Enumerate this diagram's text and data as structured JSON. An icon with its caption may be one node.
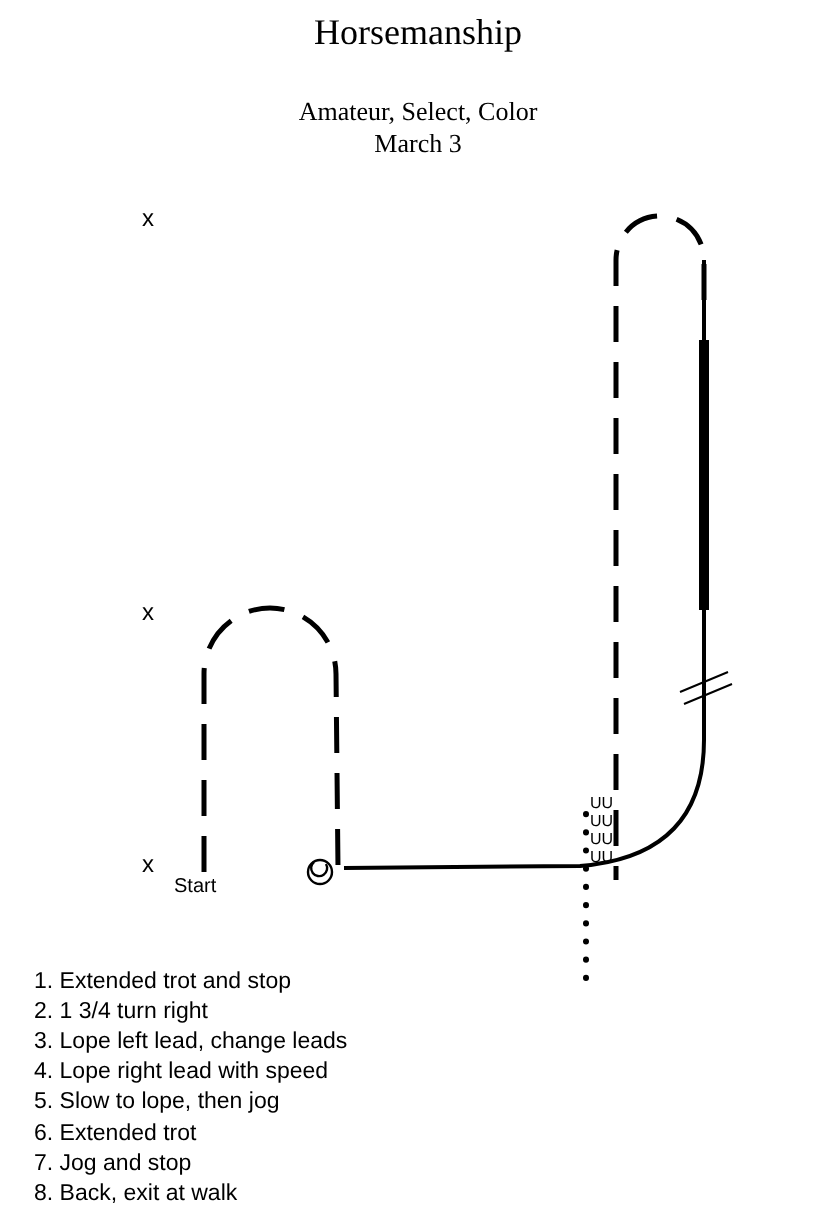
{
  "diagram": {
    "title": "Horsemanship",
    "labels": [
      "Amateur, Select, Color",
      "March 3",
      "x",
      "x",
      "x",
      "Start",
      "UU",
      "UU",
      "UU",
      "UU",
      "1. Extended trot and stop",
      "2. 1 3/4 turn right",
      "3. Lope left lead, change leads",
      "4. Lope right lead with speed",
      "5. Slow to lope, then jog",
      "6. Extended trot",
      "7. Jog and stop",
      "8. Back, exit at walk"
    ]
  }
}
